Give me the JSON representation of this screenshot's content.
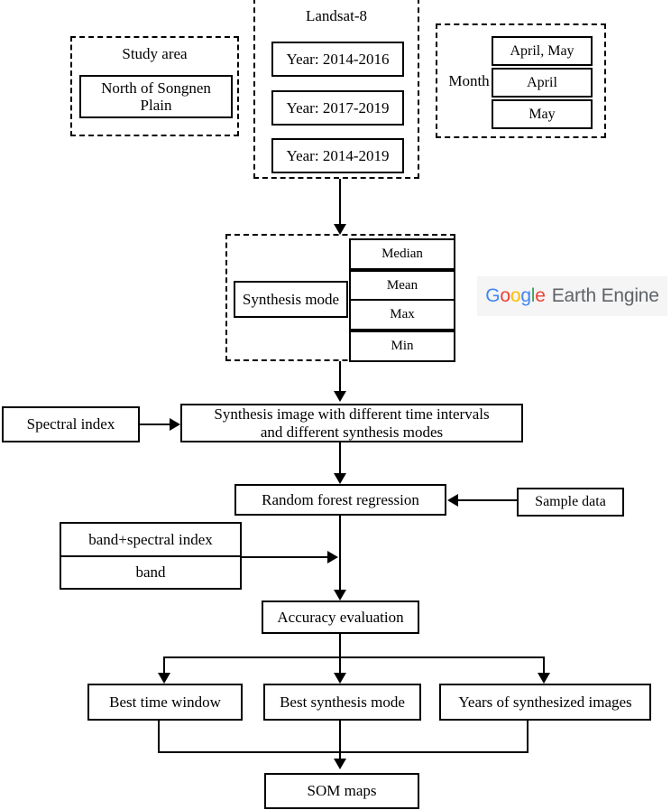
{
  "diagram": {
    "title": "Soil organic matter mapping workflow flowchart",
    "study_area": {
      "group_label": "Study area",
      "items": [
        "North of Songnen Plain"
      ]
    },
    "landsat": {
      "group_label": "Landsat-8",
      "items": [
        "Year: 2014-2016",
        "Year: 2017-2019",
        "Year: 2014-2019"
      ]
    },
    "month": {
      "group_label": "Month",
      "items": [
        "April, May",
        "April",
        "May"
      ]
    },
    "synthesis": {
      "mode_label": "Synthesis mode",
      "items": [
        "Median",
        "Mean",
        "Max",
        "Min"
      ]
    },
    "gee_logo": {
      "word_google": "Google",
      "word_rest": "Earth Engine",
      "letters": [
        {
          "ch": "G",
          "color": "#4285F4"
        },
        {
          "ch": "o",
          "color": "#EA4335"
        },
        {
          "ch": "o",
          "color": "#FBBC05"
        },
        {
          "ch": "g",
          "color": "#4285F4"
        },
        {
          "ch": "l",
          "color": "#34A853"
        },
        {
          "ch": "e",
          "color": "#EA4335"
        }
      ],
      "rest_color": "#5f6368",
      "background": "#f5f5f5"
    },
    "nodes": {
      "spectral_index": "Spectral index",
      "synthesis_image_line1": "Synthesis image with different time intervals",
      "synthesis_image_line2": "and different synthesis modes",
      "random_forest": "Random forest regression",
      "sample_data": "Sample data",
      "band_spectral_index": "band+spectral index",
      "band": "band",
      "accuracy_evaluation": "Accuracy evaluation",
      "best_time_window": "Best time window",
      "best_synthesis_mode": "Best synthesis mode",
      "years_of_synthesized_images": "Years of synthesized images",
      "som_maps": "SOM maps"
    },
    "colors": {
      "stroke": "#000000",
      "fill": "#ffffff"
    }
  }
}
